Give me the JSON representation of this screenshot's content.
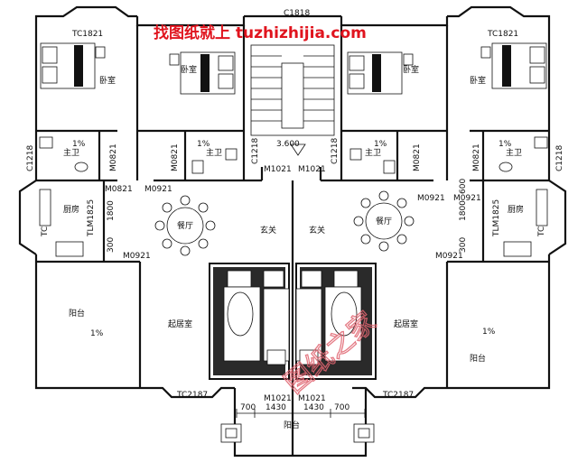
{
  "watermark": {
    "top_text": "找图纸就上 tuzhizhijia.com",
    "stamp_text": "图纸之家"
  },
  "labels": {
    "window_top_center": "C1818",
    "window_bedroom_left": "TC1821",
    "window_bedroom_right": "TC1821",
    "window_bath_left": "C1218",
    "window_bath_right": "C1218",
    "window_kitchen_left": "TC",
    "window_kitchen_right": "TC",
    "window_living_left": "TC2187",
    "window_living_right": "TC2187",
    "door_bath_left": "M0821",
    "door_bath_center_left": "M0821",
    "door_bath_center_right": "M0821",
    "door_bath_right": "M0821",
    "door_kitchen_left": "M0821",
    "door_kitchen_right": "M0921",
    "door_left_a": "M0921",
    "door_left_b": "M0921",
    "door_right_a": "M0921",
    "door_right_b": "M0921",
    "door_stair_left": "M1021",
    "door_stair_right": "M1021",
    "door_entry_left": "M1021",
    "door_entry_right": "M1021",
    "tlm_left": "TLM1825",
    "tlm_right": "TLM1825",
    "stair_elevation": "3.600",
    "slope": "1%",
    "wall_c_left": "C1218",
    "wall_c_right": "C1218",
    "dim_1800_left": "1800",
    "dim_1800_right": "1800",
    "dim_300_left": "300",
    "dim_300_right": "300",
    "dim_600_right": "600"
  },
  "rooms": {
    "bedroom_1": "卧室",
    "bedroom_2": "卧室",
    "bedroom_3": "卧室",
    "bedroom_4": "卧室",
    "bath_1": "主卫",
    "bath_2": "主卫",
    "bath_3": "主卫",
    "bath_4": "主卫",
    "kitchen_left": "厨房",
    "kitchen_right": "厨房",
    "dining_left": "餐厅",
    "dining_right": "餐厅",
    "foyer_left": "玄关",
    "foyer_right": "玄关",
    "living_left": "起居室",
    "living_right": "起居室",
    "balcony_left": "阳台",
    "balcony_right": "阳台",
    "balcony_bottom": "阳台"
  },
  "dimensions_bottom": [
    "700",
    "1430",
    "1430",
    "700"
  ]
}
